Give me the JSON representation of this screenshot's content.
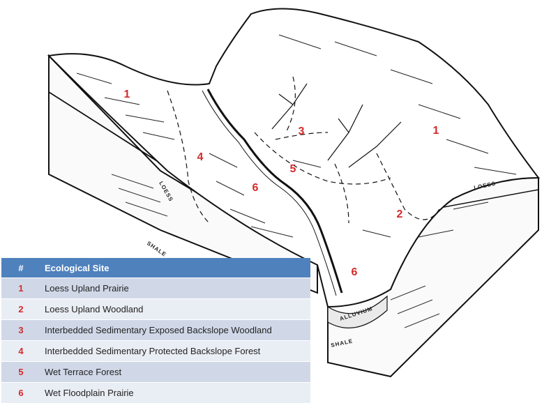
{
  "zones": [
    "1",
    "4",
    "6",
    "3",
    "5",
    "1",
    "2",
    "6"
  ],
  "strata": {
    "loess_left": "LOESS",
    "loess_right": "LOESS",
    "shale_left": "SHALE",
    "shale_right": "SHALE",
    "alluvium": "ALLUVIUM"
  },
  "legend": {
    "headers": [
      "#",
      "Ecological Site"
    ],
    "rows": [
      {
        "num": "1",
        "site": "Loess Upland Prairie"
      },
      {
        "num": "2",
        "site": "Loess Upland Woodland"
      },
      {
        "num": "3",
        "site": "Interbedded Sedimentary Exposed Backslope Woodland"
      },
      {
        "num": "4",
        "site": "Interbedded Sedimentary Protected Backslope Forest"
      },
      {
        "num": "5",
        "site": "Wet Terrace Forest"
      },
      {
        "num": "6",
        "site": "Wet Floodplain Prairie"
      }
    ]
  },
  "colors": {
    "zone_label": "#d42a2a",
    "header_bg": "#4f81bd",
    "row_odd": "#d0d8e8",
    "row_even": "#e9edf4"
  }
}
